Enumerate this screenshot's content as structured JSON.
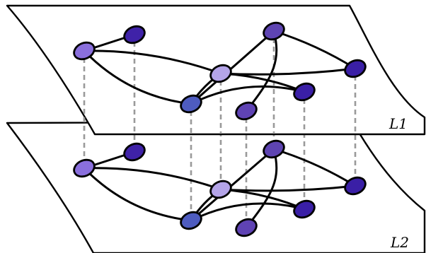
{
  "layers": [
    {
      "id": "top",
      "label": "L1"
    },
    {
      "id": "bottom",
      "label": "L2"
    }
  ],
  "node_colors": {
    "n1": "#8a6fdd",
    "n2": "#3f22a8",
    "n3": "#5e44b2",
    "n4": "#b4a4e8",
    "n5": "#3a1fa6",
    "n6": "#3a1fa6",
    "n7": "#4e5cc0",
    "n8": "#5f43b4"
  },
  "nodes": [
    "n1",
    "n2",
    "n3",
    "n4",
    "n5",
    "n6",
    "n7",
    "n8"
  ],
  "edges": [
    [
      "n1",
      "n2"
    ],
    [
      "n1",
      "n4"
    ],
    [
      "n1",
      "n7"
    ],
    [
      "n4",
      "n7"
    ],
    [
      "n4",
      "n5"
    ],
    [
      "n4",
      "n6"
    ],
    [
      "n3",
      "n5"
    ],
    [
      "n3",
      "n7"
    ],
    [
      "n7",
      "n6"
    ]
  ],
  "interlayer_link_color": "#9a9a9a"
}
